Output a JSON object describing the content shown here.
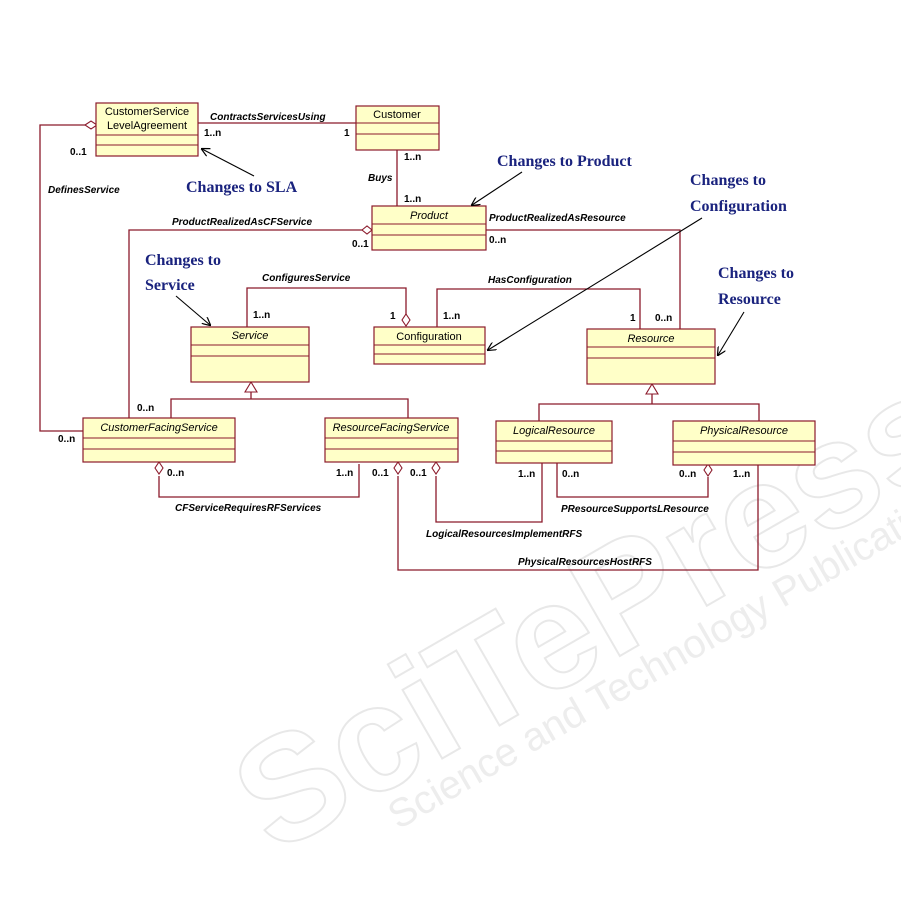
{
  "watermark": {
    "main": "SciTePress",
    "sub": "Science and Technology Publications"
  },
  "classes": {
    "sla": [
      "CustomerService",
      "LevelAgreement"
    ],
    "customer": "Customer",
    "product": "Product",
    "service": "Service",
    "configuration": "Configuration",
    "resource": "Resource",
    "cfs": "CustomerFacingService",
    "rfs": "ResourceFacingService",
    "logical": "LogicalResource",
    "physical": "PhysicalResource"
  },
  "associations": {
    "contracts": "ContractsServicesUsing",
    "buys": "Buys",
    "defines": "DefinesService",
    "realizedCF": "ProductRealizedAsCFService",
    "realizedRes": "ProductRealizedAsResource",
    "configures": "ConfiguresService",
    "hasConfig": "HasConfiguration",
    "cfRequires": "CFServiceRequiresRFServices",
    "logicalImpl": "LogicalResourcesImplementRFS",
    "pSupports": "PResourceSupportsLResource",
    "physicalHost": "PhysicalResourcesHostRFS"
  },
  "multiplicities": {
    "slaCust": "1..n",
    "custSla": "1",
    "slaDef": "0..1",
    "custProd": "1..n",
    "prodCust": "1..n",
    "prodCF": "0..1",
    "prodRes": "0..n",
    "svcCfg": "1..n",
    "cfgSvc": "1",
    "cfgRes": "1..n",
    "resCfg": "1",
    "resProd": "0..n",
    "cfsProd": "0..n",
    "cfsSla": "0..n",
    "cfsRfs": "0..n",
    "rfsCfs": "1..n",
    "rfsL": "0..1",
    "rfsP": "0..1",
    "logRfs": "1..n",
    "logPhys": "0..n",
    "physLog": "0..n",
    "physRfs": "1..n"
  },
  "notes": {
    "sla": [
      "Changes to SLA"
    ],
    "product": [
      "Changes to Product"
    ],
    "configuration": [
      "Changes to",
      "Configuration"
    ],
    "service": [
      "Changes to",
      "Service"
    ],
    "resource": [
      "Changes to",
      "Resource"
    ]
  }
}
